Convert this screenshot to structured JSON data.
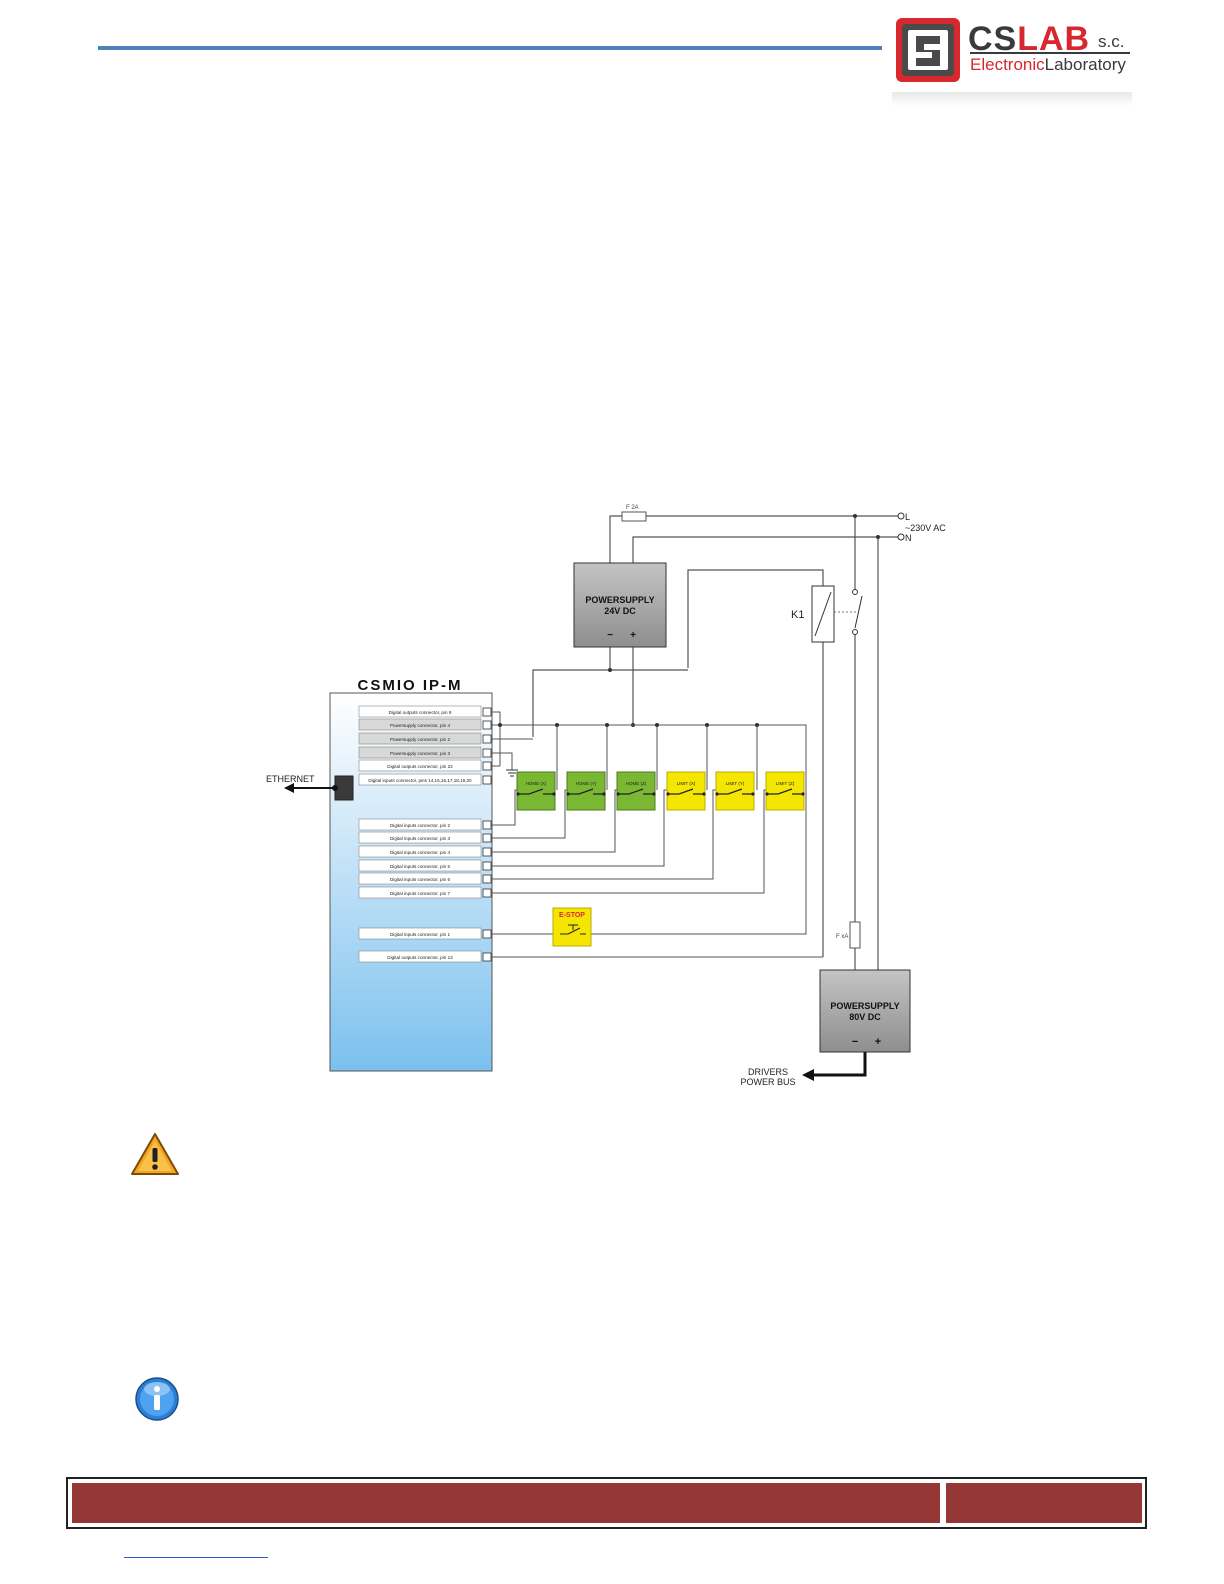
{
  "brand": {
    "cs": "CS",
    "lab": "LAB",
    "suffix": "s.c.",
    "sub1": "Electronic",
    "sub2": "Laboratory"
  },
  "diagram": {
    "device_title": "CSMIO IP-M",
    "connector_labels": [
      "Digital outputs connector, pin 9",
      "Powersupply connector, pin 4",
      "Powersupply connector, pin 2",
      "Powersupply connector, pin 3",
      "Digital outputs connector, pin 22",
      "Digital inputs connector, pins 14,15,16,17,18,19,20",
      "Digital inputs connector, pin 2",
      "Digital inputs connector, pin 3",
      "Digital inputs connector, pin 4",
      "Digital inputs connector, pin 5",
      "Digital inputs connector, pin 6",
      "Digital inputs connector, pin 7",
      "Digital inputs connector, pin 1",
      "Digital outputs connector, pin 13"
    ],
    "ethernet": "ETHERNET",
    "switches": [
      "HOME (X)",
      "HOME (Y)",
      "HOME (Z)",
      "LIMIT (X)",
      "LIMIT (Y)",
      "LIMIT (Z)"
    ],
    "estop": "E-STOP",
    "psu24_line1": "POWERSUPPLY",
    "psu24_line2": "24V DC",
    "psu80_line1": "POWERSUPPLY",
    "psu80_line2": "80V DC",
    "minus": "−",
    "plus": "+",
    "relay": "K1",
    "fuse1": "F 2A",
    "fuse2": "F xA",
    "mains_l": "L",
    "mains_n": "N",
    "mains_label": "~230V AC",
    "drivers_line1": "DRIVERS",
    "drivers_line2": "POWER BUS"
  },
  "colors": {
    "header_rule": "#4f81bd",
    "footer_bar": "#953735",
    "home_switch": "#7ab733",
    "limit_switch": "#f4e600",
    "device_gradient_top": "#ffffff",
    "device_gradient_bottom": "#7cc0ee"
  },
  "icons": {
    "warning": "warning-icon",
    "info": "info-icon"
  }
}
